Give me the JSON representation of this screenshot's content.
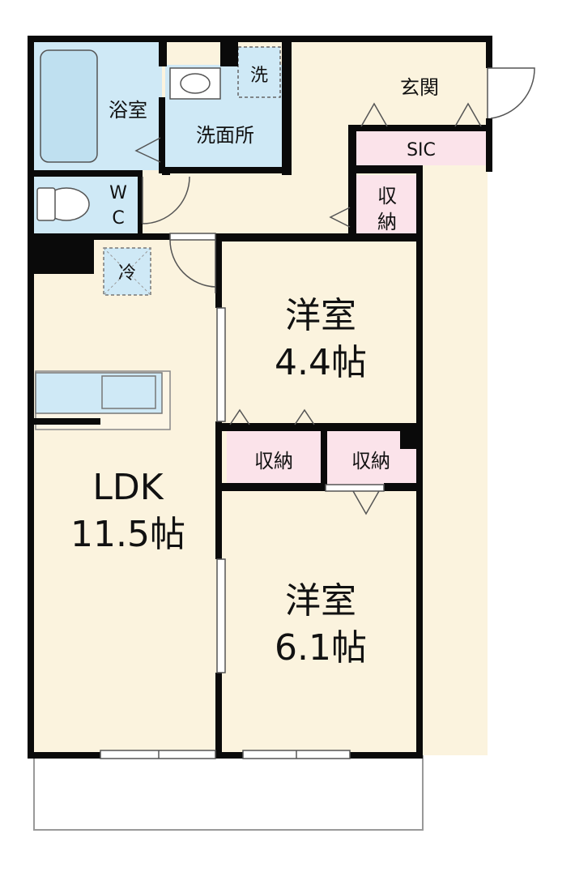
{
  "colors": {
    "floor": "#fbf3de",
    "water": "#cfe9f6",
    "storage": "#fbe3ea",
    "wall": "#0a0a0a"
  },
  "rooms": {
    "bath": "浴室",
    "washroom": "洗面所",
    "washer": "洗",
    "wc_top": "W",
    "wc_bottom": "C",
    "entrance": "玄関",
    "sic": "SIC",
    "storage_hall_top": "収",
    "storage_hall_bottom": "納",
    "fridge": "冷",
    "western1_name": "洋室",
    "western1_size": "4.4帖",
    "western2_name": "洋室",
    "western2_size": "6.1帖",
    "storage_left": "収納",
    "storage_right": "収納",
    "ldk_name": "LDK",
    "ldk_size": "11.5帖"
  }
}
